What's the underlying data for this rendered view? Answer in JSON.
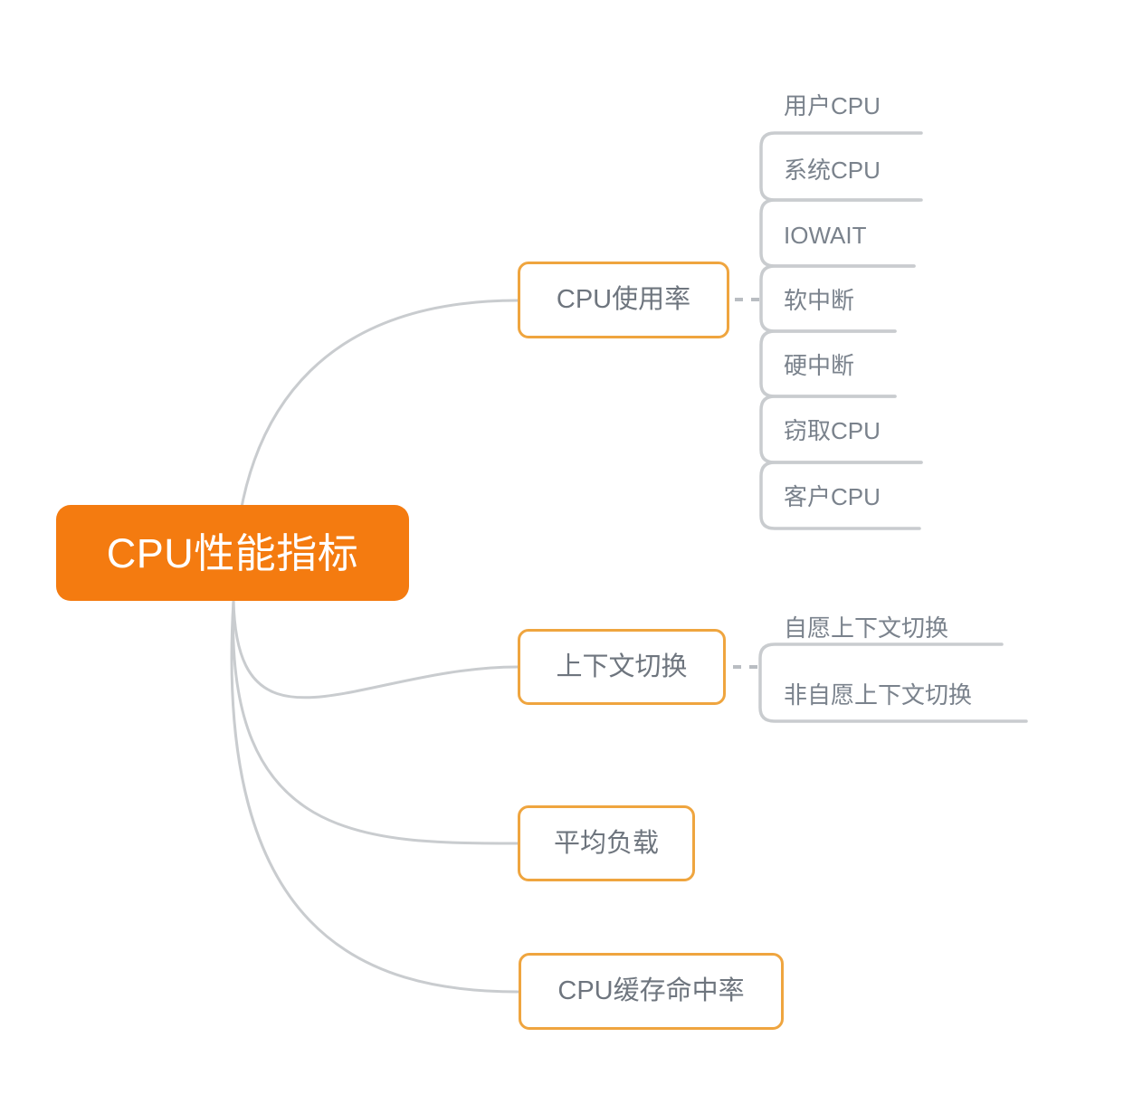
{
  "diagram": {
    "title": "CPU性能指标",
    "type": "mindmap",
    "background_color": "#ffffff",
    "root": {
      "label": "CPU性能指标",
      "fill_color": "#F47B10",
      "text_color": "#ffffff"
    },
    "style": {
      "branch_border_color": "#EFA53F",
      "branch_text_color": "#6E757E",
      "leaf_text_color": "#7A828C",
      "connector_color": "#C9CCCF"
    },
    "branches": [
      {
        "label": "CPU使用率",
        "leaves": [
          {
            "label": "用户CPU"
          },
          {
            "label": "系统CPU"
          },
          {
            "label": "IOWAIT"
          },
          {
            "label": "软中断"
          },
          {
            "label": "硬中断"
          },
          {
            "label": "窃取CPU"
          },
          {
            "label": "客户CPU"
          }
        ]
      },
      {
        "label": "上下文切换",
        "leaves": [
          {
            "label": "自愿上下文切换"
          },
          {
            "label": "非自愿上下文切换"
          }
        ]
      },
      {
        "label": "平均负载",
        "leaves": []
      },
      {
        "label": "CPU缓存命中率",
        "leaves": []
      }
    ]
  }
}
